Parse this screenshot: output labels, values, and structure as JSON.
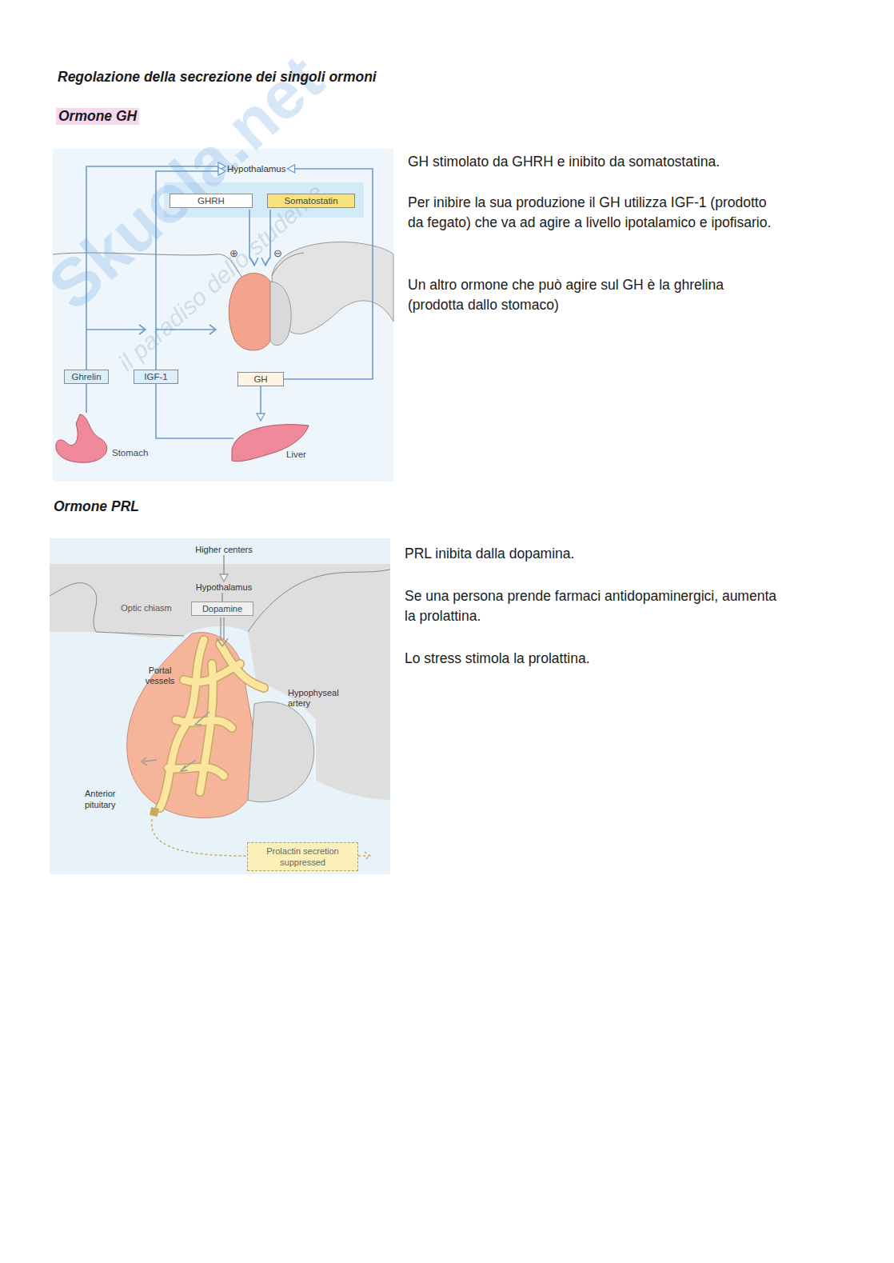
{
  "diagram": {
    "title": "Regolazione della secrezione dei singoli ormoni",
    "nodes": [
      {
        "text": [
          "Hypothalamus"
        ]
      },
      {
        "text": [
          "GHRH"
        ]
      },
      {
        "text": [
          "Somatostatin"
        ]
      },
      {
        "text": [
          "Ghrelin"
        ]
      },
      {
        "text": [
          "IGF-1"
        ]
      },
      {
        "text": [
          "GH"
        ]
      },
      {
        "text": [
          "Stomach"
        ]
      },
      {
        "text": [
          "Liver"
        ]
      },
      {
        "text": [
          "Higher centers"
        ]
      },
      {
        "text": [
          "Hypothalamus"
        ]
      },
      {
        "text": [
          "Dopamine"
        ]
      },
      {
        "text": [
          "Prolactin secretion suppressed"
        ]
      }
    ],
    "edges": [
      {
        "from": 6,
        "to": 3,
        "arrow": "none"
      },
      {
        "from": 3,
        "to": 0,
        "arrow": "to"
      },
      {
        "from": 7,
        "to": 4,
        "arrow": "none"
      },
      {
        "from": 4,
        "to": 0,
        "arrow": "to"
      },
      {
        "from": 5,
        "to": 7,
        "arrow": "to"
      },
      {
        "from": 5,
        "to": 0,
        "arrow": "to"
      },
      {
        "from": 8,
        "to": 9,
        "arrow": "to"
      },
      {
        "from": 9,
        "to": 10,
        "arrow": "none"
      }
    ],
    "labels": [
      "Ormone GH",
      "GH stimolato da GHRH e inibito da somatostatina.",
      "Per inibire la sua produzione il GH utilizza IGF-1 (prodotto da fegato) che va ad agire a livello ipotalamico e ipofisario.",
      "Un altro ormone che può agire sul GH è la ghrelina (prodotta dallo stomaco)",
      "⊕",
      "⊖",
      "Ormone PRL",
      "Optic chiasm",
      "Portal vessels",
      "Hypophyseal artery",
      "Anterior pituitary",
      "PRL inibita dalla dopamina.",
      "Se una persona prende farmaci antidopaminergici, aumenta la prolattina.",
      "Lo stress stimola la prolattina.",
      "Skuola.net",
      "il paradiso dello studente"
    ]
  }
}
